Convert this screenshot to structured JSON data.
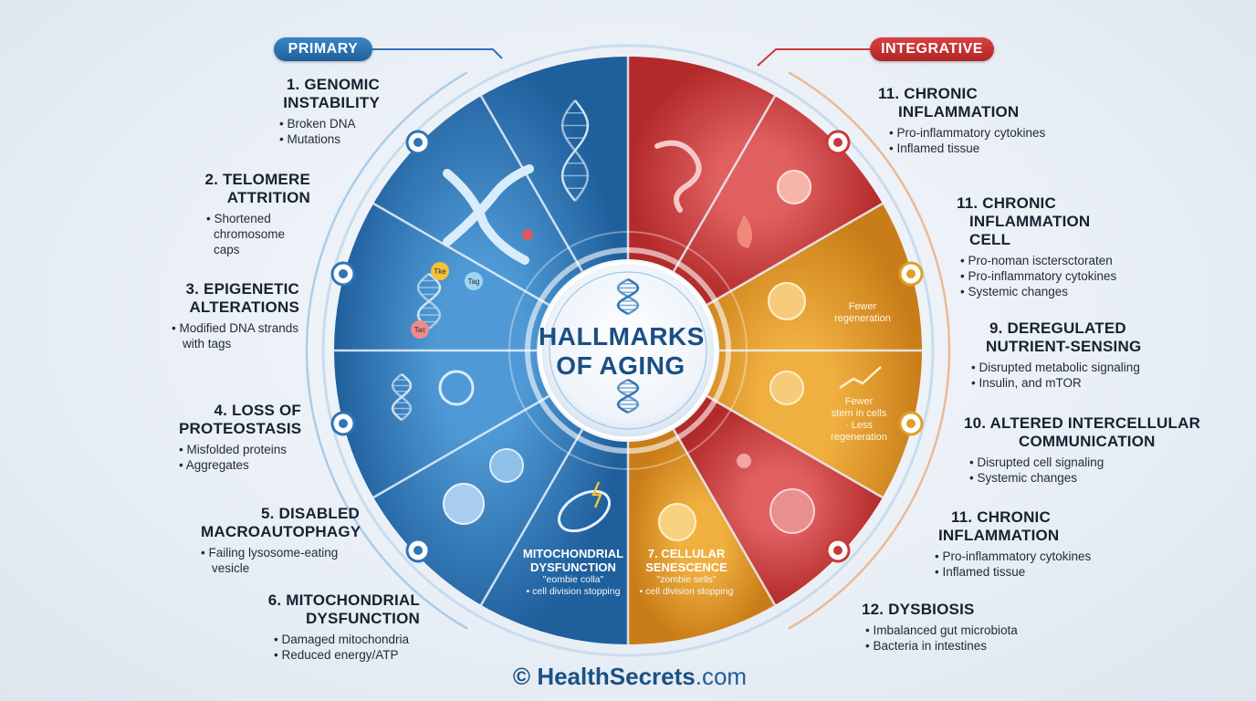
{
  "colors": {
    "primary": "#2a6fb0",
    "integrative": "#c93a3a",
    "antagonistic": "#d88a22",
    "center_text": "#1a4f86"
  },
  "labels": {
    "primary": "PRIMARY",
    "integrative": "INTEGRATIVE",
    "center_line1": "HALLMARKS",
    "center_line2": "OF AGING",
    "footer_symbol": "©",
    "footer_brand": "HealthSecrets",
    "footer_domain": ".com"
  },
  "left_items": [
    {
      "title1": "1. GENOMIC",
      "title2": "INSTABILITY",
      "bullets": [
        "• Broken DNA",
        "• Mutations"
      ]
    },
    {
      "title1": "2. TELOMERE",
      "title2": "ATTRITION",
      "bullets": [
        "• Shortened",
        "chromosome caps"
      ]
    },
    {
      "title1": "3. EPIGENETIC",
      "title2": "ALTERATIONS",
      "bullets": [
        "• Modified DNA strands",
        "with tags"
      ]
    },
    {
      "title1": "4. LOSS OF",
      "title2": "PROTEOSTASIS",
      "bullets": [
        "• Misfolded proteins",
        "• Aggregates"
      ]
    },
    {
      "title1": "5. DISABLED",
      "title2": "MACROAUTOPHAGY",
      "bullets": [
        "• Failing lysosome-eating",
        "vesicle"
      ]
    },
    {
      "title1": "6. MITOCHONDRIAL",
      "title2": "DYSFUNCTION",
      "bullets": [
        "• Damaged mitochondria",
        "• Reduced energy/ATP"
      ]
    }
  ],
  "right_items": [
    {
      "title1": "11. CHRONIC",
      "title2": "INFLAMMATION",
      "title3": "",
      "bullets": [
        "• Pro-inflammatory cytokines",
        "• Inflamed tissue"
      ]
    },
    {
      "title1": "11. CHRONIC",
      "title2": "INFLAMMATION",
      "title3": "CELL",
      "bullets": [
        "• Pro-noman isctersctoraten",
        "• Pro-inflammatory cytokines",
        "• Systemic changes"
      ]
    },
    {
      "title1": "9. DEREGULATED",
      "title2": "NUTRIENT-SENSING",
      "title3": "",
      "bullets": [
        "• Disrupted metabolic signaling",
        "• Insulin, and mTOR"
      ]
    },
    {
      "title1": "10. ALTERED INTERCELLULAR",
      "title2": "COMMUNICATION",
      "title3": "",
      "bullets": [
        "• Disrupted cell signaling",
        "• Systemic changes"
      ]
    },
    {
      "title1": "11. CHRONIC",
      "title2": "INFLAMMATION",
      "title3": "",
      "bullets": [
        "• Pro-inflammatory cytokines",
        "• Inflamed tissue"
      ]
    },
    {
      "title1": "12. DYSBIOSIS",
      "title2": "",
      "title3": "",
      "bullets": [
        "• Imbalanced gut microbiota",
        "• Bacteria in intestines"
      ]
    }
  ],
  "segments": {
    "mito_title1": "MITOCHONDRIAL",
    "mito_title2": "DYSFUNCTION",
    "mito_desc1": "\"eombie colla\"",
    "mito_desc2": "• cell division stopping",
    "sen_title1": "7. CELLULAR",
    "sen_title2": "SENESCENCE",
    "sen_desc1": "\"zombie sells\"",
    "sen_desc2": "• cell division stopping",
    "note_a1": "Fewer",
    "note_a2": "regeneration",
    "note_b1": "Fewer",
    "note_b2": "stem in cells",
    "note_b3": "· Less",
    "note_b4": "regeneration",
    "dna_tag1": "Tke",
    "dna_tag2": "Tag",
    "dna_tag3": "Tac"
  }
}
